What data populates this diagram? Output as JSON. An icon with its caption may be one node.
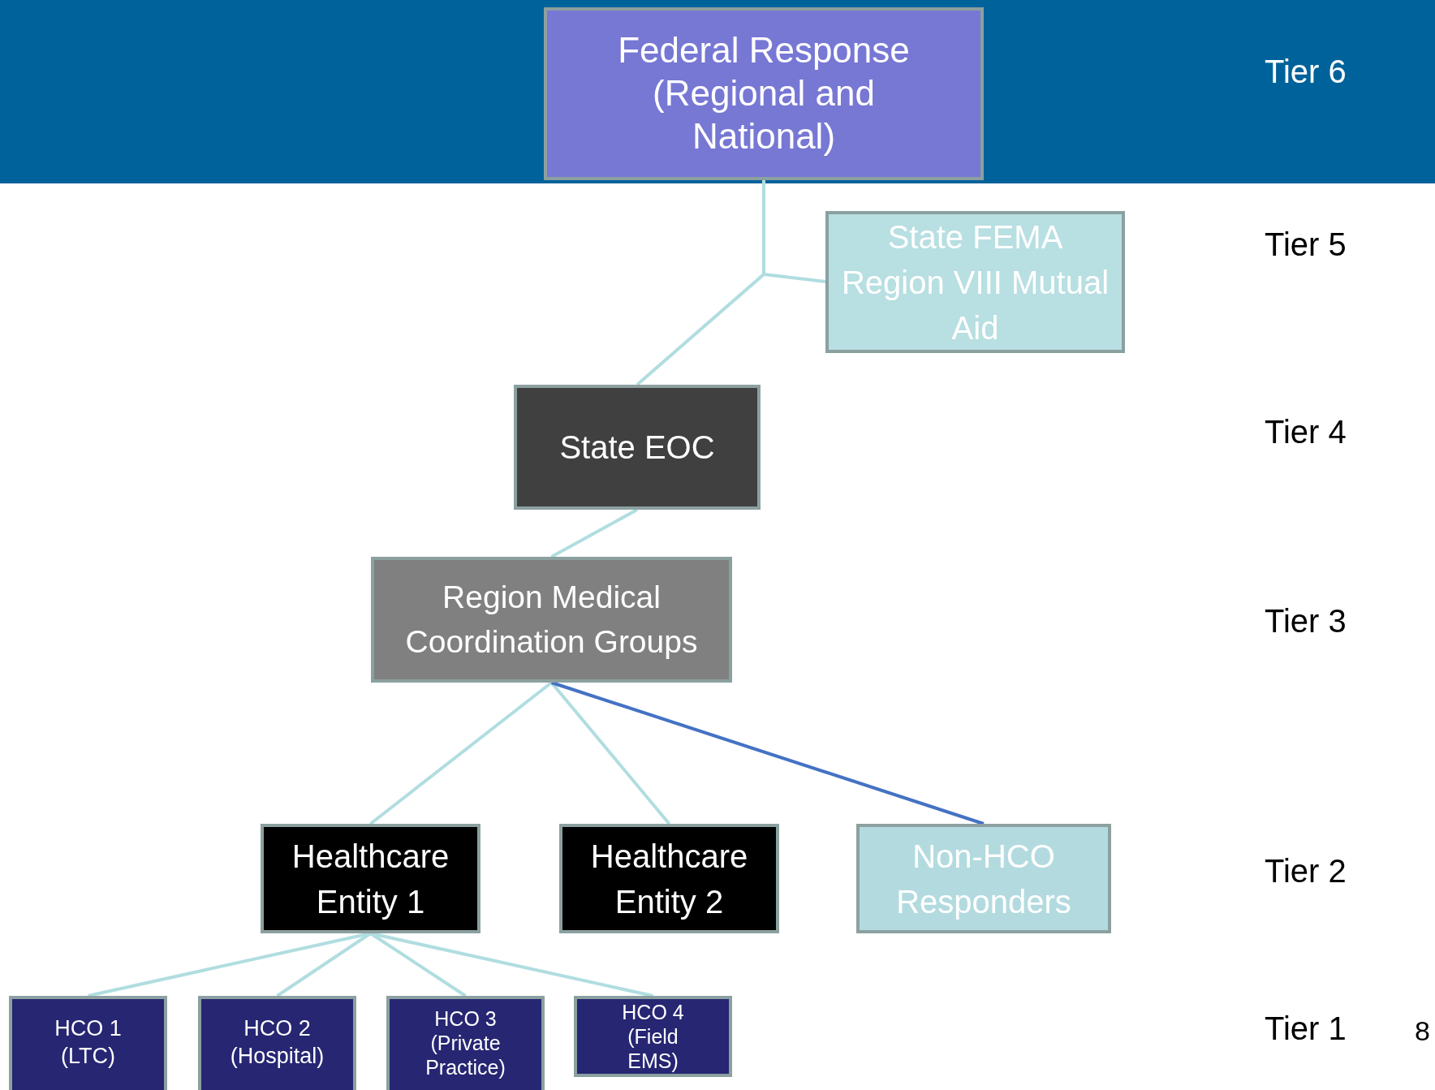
{
  "diagram": {
    "nodes": [
      {
        "text": [
          "Federal Response (Regional and National)"
        ]
      },
      {
        "text": [
          "State FEMA Region VIII Mutual Aid"
        ]
      },
      {
        "text": [
          "State EOC"
        ]
      },
      {
        "text": [
          "Region Medical Coordination Groups"
        ]
      },
      {
        "text": [
          "Healthcare Entity 1"
        ]
      },
      {
        "text": [
          "Healthcare Entity 2"
        ]
      },
      {
        "text": [
          "Non-HCO Responders"
        ]
      },
      {
        "text": [
          "HCO 1 (LTC)"
        ]
      },
      {
        "text": [
          "HCO 2 (Hospital)"
        ]
      },
      {
        "text": [
          "HCO 3 (Private Practice)"
        ]
      },
      {
        "text": [
          "HCO 4 (Field EMS)"
        ]
      }
    ],
    "edges": [
      {
        "from": 0,
        "to": 1,
        "arrow": "none"
      },
      {
        "from": 0,
        "to": 2,
        "arrow": "none"
      },
      {
        "from": 2,
        "to": 3,
        "arrow": "none"
      },
      {
        "from": 3,
        "to": 4,
        "arrow": "none"
      },
      {
        "from": 3,
        "to": 5,
        "arrow": "none"
      },
      {
        "from": 3,
        "to": 6,
        "arrow": "none",
        "color": "#4472c4"
      },
      {
        "from": 4,
        "to": 7,
        "arrow": "none"
      },
      {
        "from": 4,
        "to": 8,
        "arrow": "none"
      },
      {
        "from": 4,
        "to": 9,
        "arrow": "none"
      },
      {
        "from": 4,
        "to": 10,
        "arrow": "none"
      }
    ],
    "labels": [
      "Tier 6",
      "Tier 5",
      "Tier 4",
      "Tier 3",
      "Tier 2",
      "Tier 1",
      "8"
    ]
  }
}
